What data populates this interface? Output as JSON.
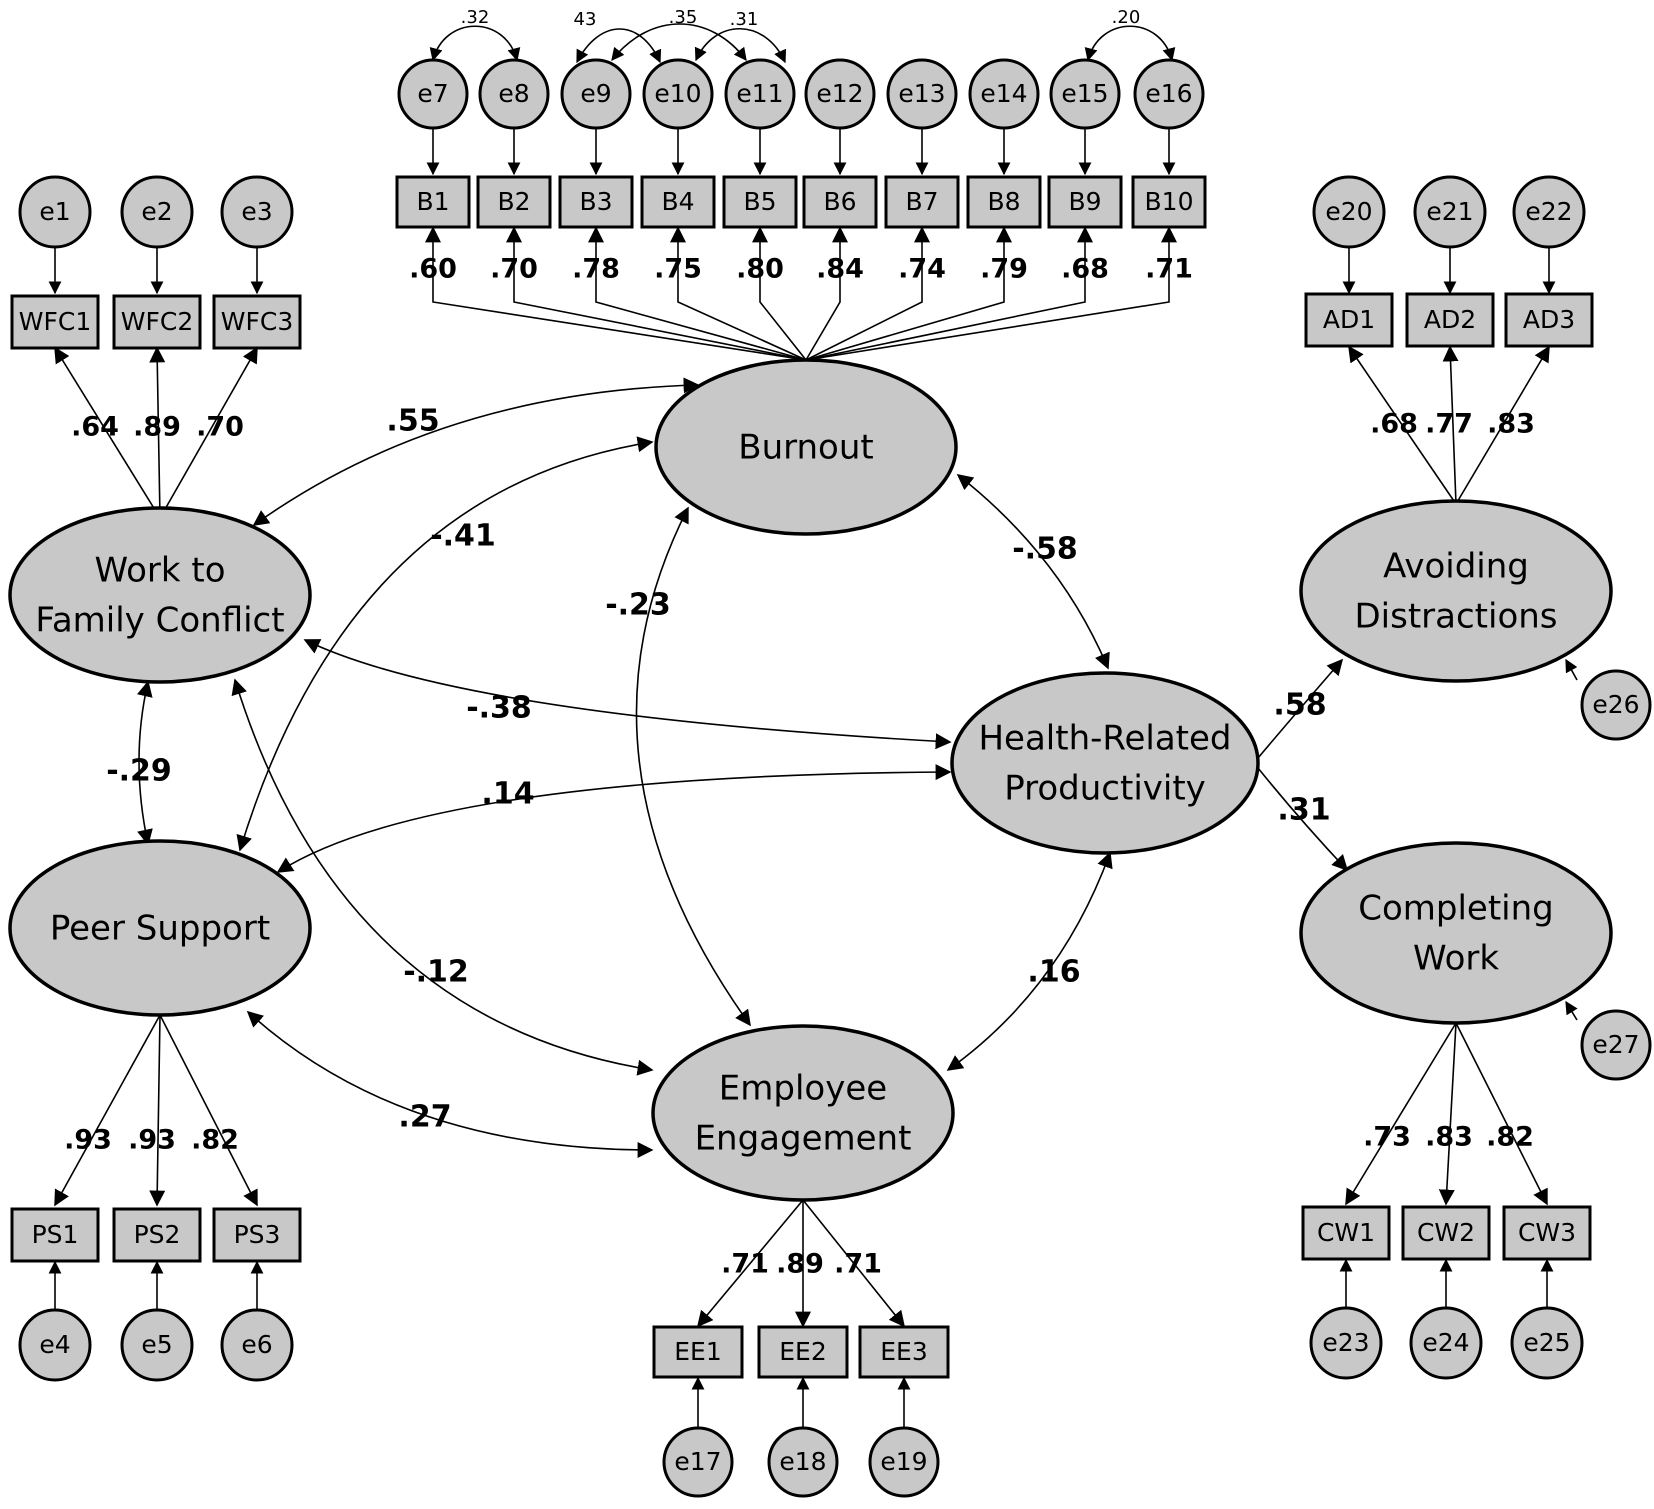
{
  "latents": {
    "wfc": [
      "Work to",
      "Family Conflict"
    ],
    "ps": [
      "Peer Support"
    ],
    "burnout": [
      "Burnout"
    ],
    "ee": [
      "Employee",
      "Engagement"
    ],
    "hrp": [
      "Health-Related",
      "Productivity"
    ],
    "ad": [
      "Avoiding",
      "Distractions"
    ],
    "cw": [
      "Completing",
      "Work"
    ]
  },
  "indicators": {
    "wfc": [
      {
        "label": "WFC1",
        "error": "e1",
        "loading": ".64"
      },
      {
        "label": "WFC2",
        "error": "e2",
        "loading": ".89"
      },
      {
        "label": "WFC3",
        "error": "e3",
        "loading": ".70"
      }
    ],
    "ps": [
      {
        "label": "PS1",
        "error": "e4",
        "loading": ".93"
      },
      {
        "label": "PS2",
        "error": "e5",
        "loading": ".93"
      },
      {
        "label": "PS3",
        "error": "e6",
        "loading": ".82"
      }
    ],
    "burnout": [
      {
        "label": "B1",
        "error": "e7",
        "loading": ".60"
      },
      {
        "label": "B2",
        "error": "e8",
        "loading": ".70"
      },
      {
        "label": "B3",
        "error": "e9",
        "loading": ".78"
      },
      {
        "label": "B4",
        "error": "e10",
        "loading": ".75"
      },
      {
        "label": "B5",
        "error": "e11",
        "loading": ".80"
      },
      {
        "label": "B6",
        "error": "e12",
        "loading": ".84"
      },
      {
        "label": "B7",
        "error": "e13",
        "loading": ".74"
      },
      {
        "label": "B8",
        "error": "e14",
        "loading": ".79"
      },
      {
        "label": "B9",
        "error": "e15",
        "loading": ".68"
      },
      {
        "label": "B10",
        "error": "e16",
        "loading": ".71"
      }
    ],
    "ee": [
      {
        "label": "EE1",
        "error": "e17",
        "loading": ".71"
      },
      {
        "label": "EE2",
        "error": "e18",
        "loading": ".89"
      },
      {
        "label": "EE3",
        "error": "e19",
        "loading": ".71"
      }
    ],
    "ad": [
      {
        "label": "AD1",
        "error": "e20",
        "loading": ".68"
      },
      {
        "label": "AD2",
        "error": "e21",
        "loading": ".77"
      },
      {
        "label": "AD3",
        "error": "e22",
        "loading": ".83"
      }
    ],
    "cw": [
      {
        "label": "CW1",
        "error": "e23",
        "loading": ".73"
      },
      {
        "label": "CW2",
        "error": "e24",
        "loading": ".83"
      },
      {
        "label": "CW3",
        "error": "e25",
        "loading": ".82"
      }
    ]
  },
  "disturbances": {
    "ad": "e26",
    "cw": "e27"
  },
  "second_order_loadings": {
    "ad": ".58",
    "cw": ".31"
  },
  "correlations": [
    {
      "pair": "Work to Family Conflict ~ Burnout",
      "value": ".55"
    },
    {
      "pair": "Peer Support ~ Burnout",
      "value": "-.41"
    },
    {
      "pair": "Burnout ~ Employee Engagement",
      "value": "-.23"
    },
    {
      "pair": "Burnout ~ Health-Related Productivity",
      "value": "-.58"
    },
    {
      "pair": "Work to Family Conflict ~ Health-Related Productivity",
      "value": "-.38"
    },
    {
      "pair": "Work to Family Conflict ~ Peer Support",
      "value": "-.29"
    },
    {
      "pair": "Peer Support ~ Health-Related Productivity",
      "value": ".14"
    },
    {
      "pair": "Work to Family Conflict ~ Employee Engagement",
      "value": "-.12"
    },
    {
      "pair": "Employee Engagement ~ Health-Related Productivity",
      "value": ".16"
    },
    {
      "pair": "Peer Support ~ Employee Engagement",
      "value": ".27"
    }
  ],
  "error_covariances": [
    {
      "pair": "e7 ~ e8",
      "value": ".32"
    },
    {
      "pair": "e9 ~ e10",
      "value": "43"
    },
    {
      "pair": "e9 ~ e11",
      "value": ".35"
    },
    {
      "pair": "e10 ~ e11",
      "value": ".31"
    },
    {
      "pair": "e15 ~ e16",
      "value": ".20"
    }
  ]
}
